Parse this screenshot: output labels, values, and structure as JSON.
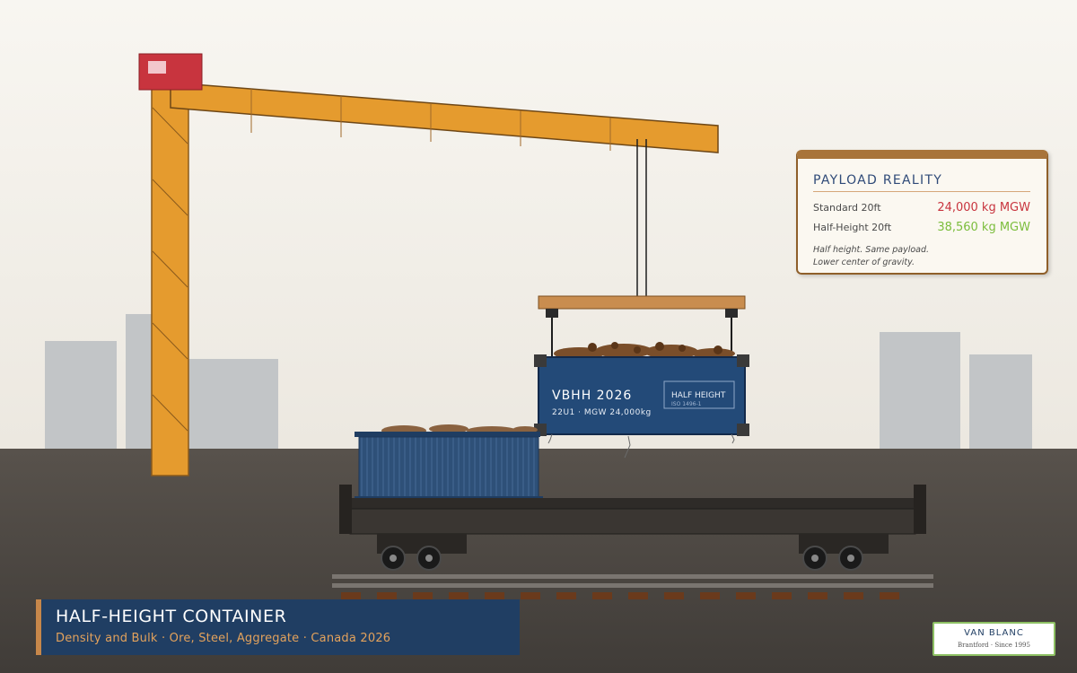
{
  "container": {
    "code": "VBHH 2026",
    "spec": "22U1 · MGW 24,000kg",
    "badge_main": "HALF HEIGHT",
    "badge_sub": "ISO 1496-1"
  },
  "info_card": {
    "title": "PAYLOAD REALITY",
    "rows": [
      {
        "label": "Standard 20ft",
        "value": "24,000 kg MGW",
        "color": "#c8343e"
      },
      {
        "label": "Half-Height 20ft",
        "value": "38,560 kg MGW",
        "color": "#7bbd3c"
      }
    ],
    "note_line1": "Half height. Same payload.",
    "note_line2": "Lower center of gravity."
  },
  "banner": {
    "title": "HALF-HEIGHT CONTAINER",
    "subtitle": "Density and Bulk · Ore, Steel, Aggregate · Canada 2026"
  },
  "brand": {
    "name": "VAN BLANC",
    "tagline": "Brantford · Since 1995"
  },
  "colors": {
    "crane": "#e59b2e",
    "cab": "#c8343e",
    "container": "#234a78",
    "banner": "#203e63",
    "accent": "#c7874a"
  }
}
